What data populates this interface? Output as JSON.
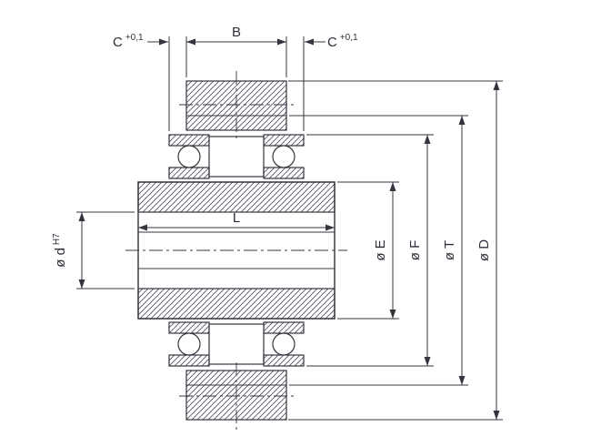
{
  "drawing": {
    "type": "technical-section-drawing",
    "subject": "roller-with-ball-bearings-cross-section",
    "labels": {
      "c_left": {
        "main": "C",
        "sup": "+0,1"
      },
      "b": "B",
      "c_right": {
        "main": "C",
        "sup": "+0,1"
      },
      "l": "L",
      "bore": {
        "main": "ø d",
        "sup": "H7"
      },
      "e": "ø E",
      "f": "ø F",
      "t": "ø T",
      "d": "ø D"
    },
    "colors": {
      "line": "#34343f",
      "hatch": "#51515e",
      "background": "#ffffff"
    }
  }
}
